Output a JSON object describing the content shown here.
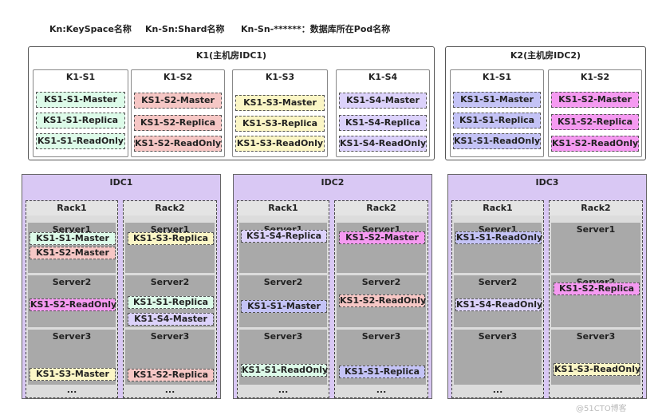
{
  "legend": {
    "keyspace": "Kn:KeySpace名称",
    "shard": "Kn-Sn:Shard名称",
    "pod": "Kn-Sn-******：数据库所在Pod名称"
  },
  "keyspaces": [
    {
      "title": "K1(主机房IDC1)",
      "shards": [
        {
          "name": "K1-S1",
          "color": "#ddfbe9",
          "pods": [
            "KS1-S1-Master",
            "KS1-S1-Replica",
            "KS1-S1-ReadOnly"
          ]
        },
        {
          "name": "K1-S2",
          "color": "#f6c7c5",
          "pods": [
            "KS1-S2-Master",
            "KS1-S2-Replica",
            "KS1-S2-ReadOnly"
          ]
        },
        {
          "name": "K1-S3",
          "color": "#fbf6c6",
          "pods": [
            "KS1-S3-Master",
            "KS1-S3-Replica",
            "KS1-S3-ReadOnly"
          ]
        },
        {
          "name": "K1-S4",
          "color": "#dcd2fb",
          "pods": [
            "KS1-S4-Master",
            "KS1-S4-Replica",
            "KS1-S4-ReadOnly"
          ]
        }
      ]
    },
    {
      "title": "K2(主机房IDC2)",
      "shards": [
        {
          "name": "K1-S1",
          "color": "#c4c3f6",
          "pods": [
            "KS1-S1-Master",
            "KS1-S1-Replica",
            "KS1-S1-ReadOnly"
          ]
        },
        {
          "name": "K1-S2",
          "color": "#f59af1",
          "pods": [
            "KS1-S2-Master",
            "KS1-S2-Replica",
            "KS1-S2-ReadOnly"
          ]
        }
      ]
    }
  ],
  "idcs": [
    {
      "title": "IDC1",
      "racks": [
        {
          "name": "Rack1",
          "servers": [
            "Server1",
            "Server2",
            "Server3"
          ],
          "pods": [
            "KS1-S1-Master",
            "KS1-S2-Master",
            "KS1-S2-ReadOnly",
            "KS1-S3-Master"
          ],
          "ellipsis": "..."
        },
        {
          "name": "Rack2",
          "servers": [
            "Server1",
            "Server2",
            "Server3"
          ],
          "pods": [
            "KS1-S3-Replica",
            "KS1-S1-Replica",
            "KS1-S4-Master",
            "KS1-S2-Replica"
          ],
          "ellipsis": "..."
        }
      ]
    },
    {
      "title": "IDC2",
      "racks": [
        {
          "name": "Rack1",
          "servers": [
            "Server1",
            "Server2",
            "Server3"
          ],
          "pods": [
            "KS1-S4-Replica",
            "KS1-S1-Master",
            "KS1-S1-ReadOnly"
          ],
          "ellipsis": "..."
        },
        {
          "name": "Rack2",
          "servers": [
            "Server1",
            "Server2",
            "Server3"
          ],
          "pods": [
            "KS1-S2-Master",
            "KS1-S2-ReadOnly",
            "KS1-S1-Replica"
          ],
          "ellipsis": "..."
        }
      ]
    },
    {
      "title": "IDC3",
      "racks": [
        {
          "name": "Rack1",
          "servers": [
            "Server1",
            "Server2",
            "Server3"
          ],
          "pods": [
            "KS1-S1-ReadOnly",
            "KS1-S4-ReadOnly"
          ],
          "ellipsis": "..."
        },
        {
          "name": "Rack2",
          "servers": [
            "Server1",
            "Server2",
            "Server3"
          ],
          "pods": [
            "KS1-S2-Replica",
            "KS1-S3-ReadOnly"
          ],
          "ellipsis": "..."
        }
      ]
    }
  ],
  "watermark": "@51CTO博客"
}
